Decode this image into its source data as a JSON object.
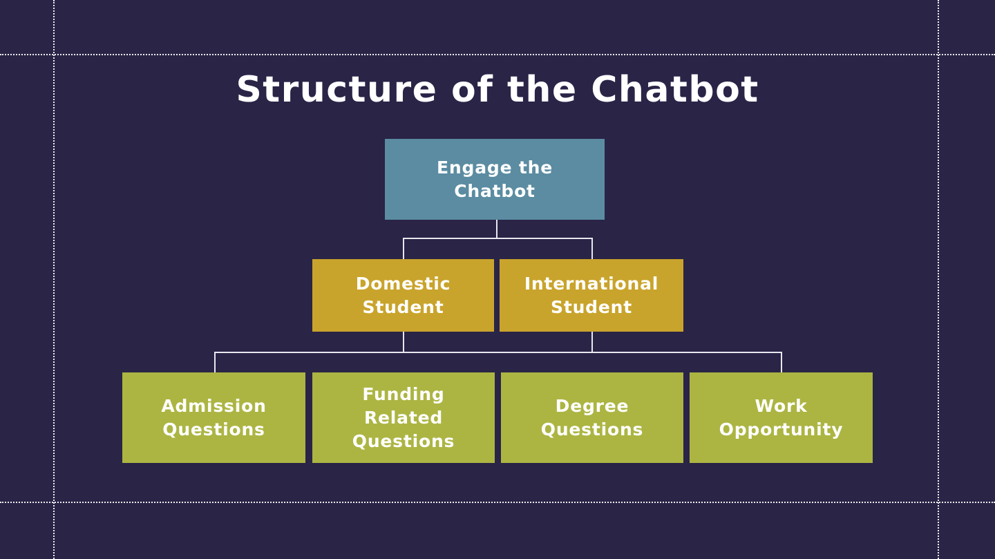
{
  "slide": {
    "title": "Structure of the Chatbot"
  },
  "colors": {
    "background": "#2a2447",
    "root_box": "#5b8ca1",
    "level2_box": "#c9a42c",
    "level3_box": "#acb542",
    "text": "#ffffff",
    "connector_line": "#e8e8f0",
    "frame_dotted_line": "#f0eff4"
  },
  "diagram": {
    "type": "hierarchy-flowchart",
    "nodes": {
      "root": {
        "label": "Engage the\nChatbot",
        "level": 1
      },
      "domestic": {
        "label": "Domestic\nStudent",
        "level": 2
      },
      "international": {
        "label": "International\nStudent",
        "level": 2
      },
      "admission": {
        "label": "Admission\nQuestions",
        "level": 3
      },
      "funding": {
        "label": "Funding\nRelated\nQuestions",
        "level": 3
      },
      "degree": {
        "label": "Degree\nQuestions",
        "level": 3
      },
      "work": {
        "label": "Work\nOpportunity",
        "level": 3
      }
    },
    "edges": [
      "root->domestic",
      "root->international",
      "domestic->admission",
      "domestic->funding",
      "international->degree",
      "international->work"
    ]
  }
}
